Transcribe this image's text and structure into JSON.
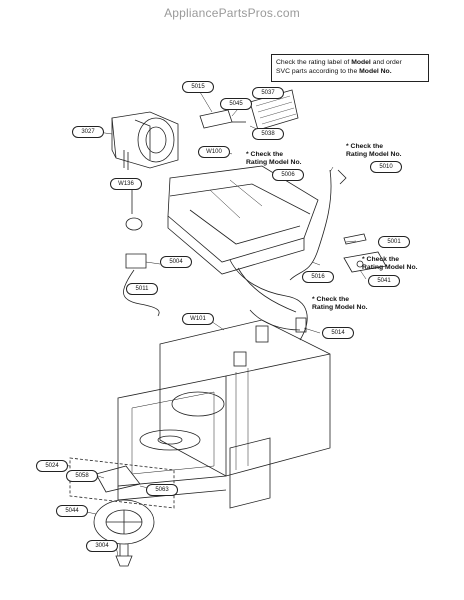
{
  "watermark": "AppliancePartsPros.com",
  "note": {
    "line1_pre": "Check the rating label of ",
    "line1_bold": "Model",
    "line1_post": " and order",
    "line2_pre": "SVC parts according to the ",
    "line2_bold": "Model No."
  },
  "rating_notes": [
    {
      "id": "rn-5006",
      "text": "* Check the\nRating Model No."
    },
    {
      "id": "rn-5010",
      "text": "* Check the\nRating Model No."
    },
    {
      "id": "rn-5041",
      "text": "* Check the\nRating Model No."
    },
    {
      "id": "rn-5014",
      "text": "* Check the\nRating Model No."
    }
  ],
  "callouts": [
    "5015",
    "5045",
    "5037",
    "5038",
    "3027",
    "W100",
    "5006",
    "5010",
    "W136",
    "5004",
    "5011",
    "5001",
    "5016",
    "5041",
    "W101",
    "5014",
    "5024",
    "5058",
    "5063",
    "5044",
    "3004"
  ]
}
